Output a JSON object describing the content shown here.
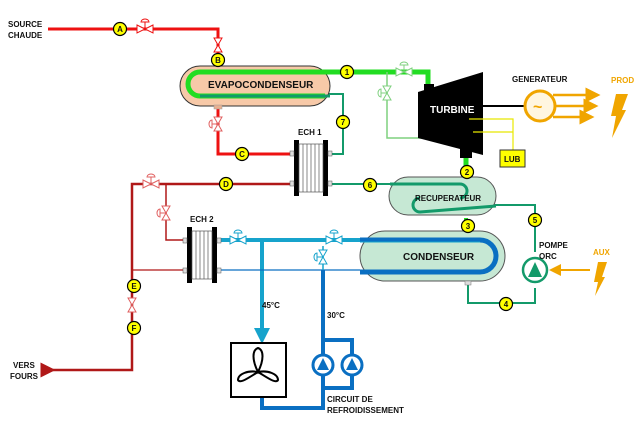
{
  "labels": {
    "source": [
      "SOURCE",
      "CHAUDE"
    ],
    "vers_fours": [
      "VERS",
      "FOURS"
    ],
    "evapocondenseur": "EVAPOCONDENSEUR",
    "turbine": "TURBINE",
    "generateur": "GENERATEUR",
    "prod": "PROD",
    "lub": "LUB",
    "ech1": "ECH 1",
    "ech2": "ECH 2",
    "recuperateur": "RECUPERATEUR",
    "condenseur": "CONDENSEUR",
    "pompe": [
      "POMPE",
      "ORC"
    ],
    "aux": "AUX",
    "temp_hot": "45°C",
    "temp_cold": "30°C",
    "circuit": [
      "CIRCUIT DE",
      "REFROIDISSEMENT"
    ],
    "generator_symbol": "~"
  },
  "nodes": {
    "A": "A",
    "B": "B",
    "C": "C",
    "D": "D",
    "E": "E",
    "F": "F",
    "n1": "1",
    "n2": "2",
    "n3": "3",
    "n4": "4",
    "n5": "5",
    "n6": "6",
    "n7": "7"
  },
  "colors": {
    "hot_red": "#ee1111",
    "dark_red": "#b01818",
    "vapor_green": "#22dd22",
    "orc_green": "#139a6a",
    "light_green": "#7fd07f",
    "cooling_blue": "#0a6fc2",
    "cooling_cyan": "#16a3cc",
    "orange": "#f0a500",
    "yellow": "#ffff00",
    "evap_fill": "#f7c9a8",
    "tank_fill": "#c6e8d4"
  }
}
